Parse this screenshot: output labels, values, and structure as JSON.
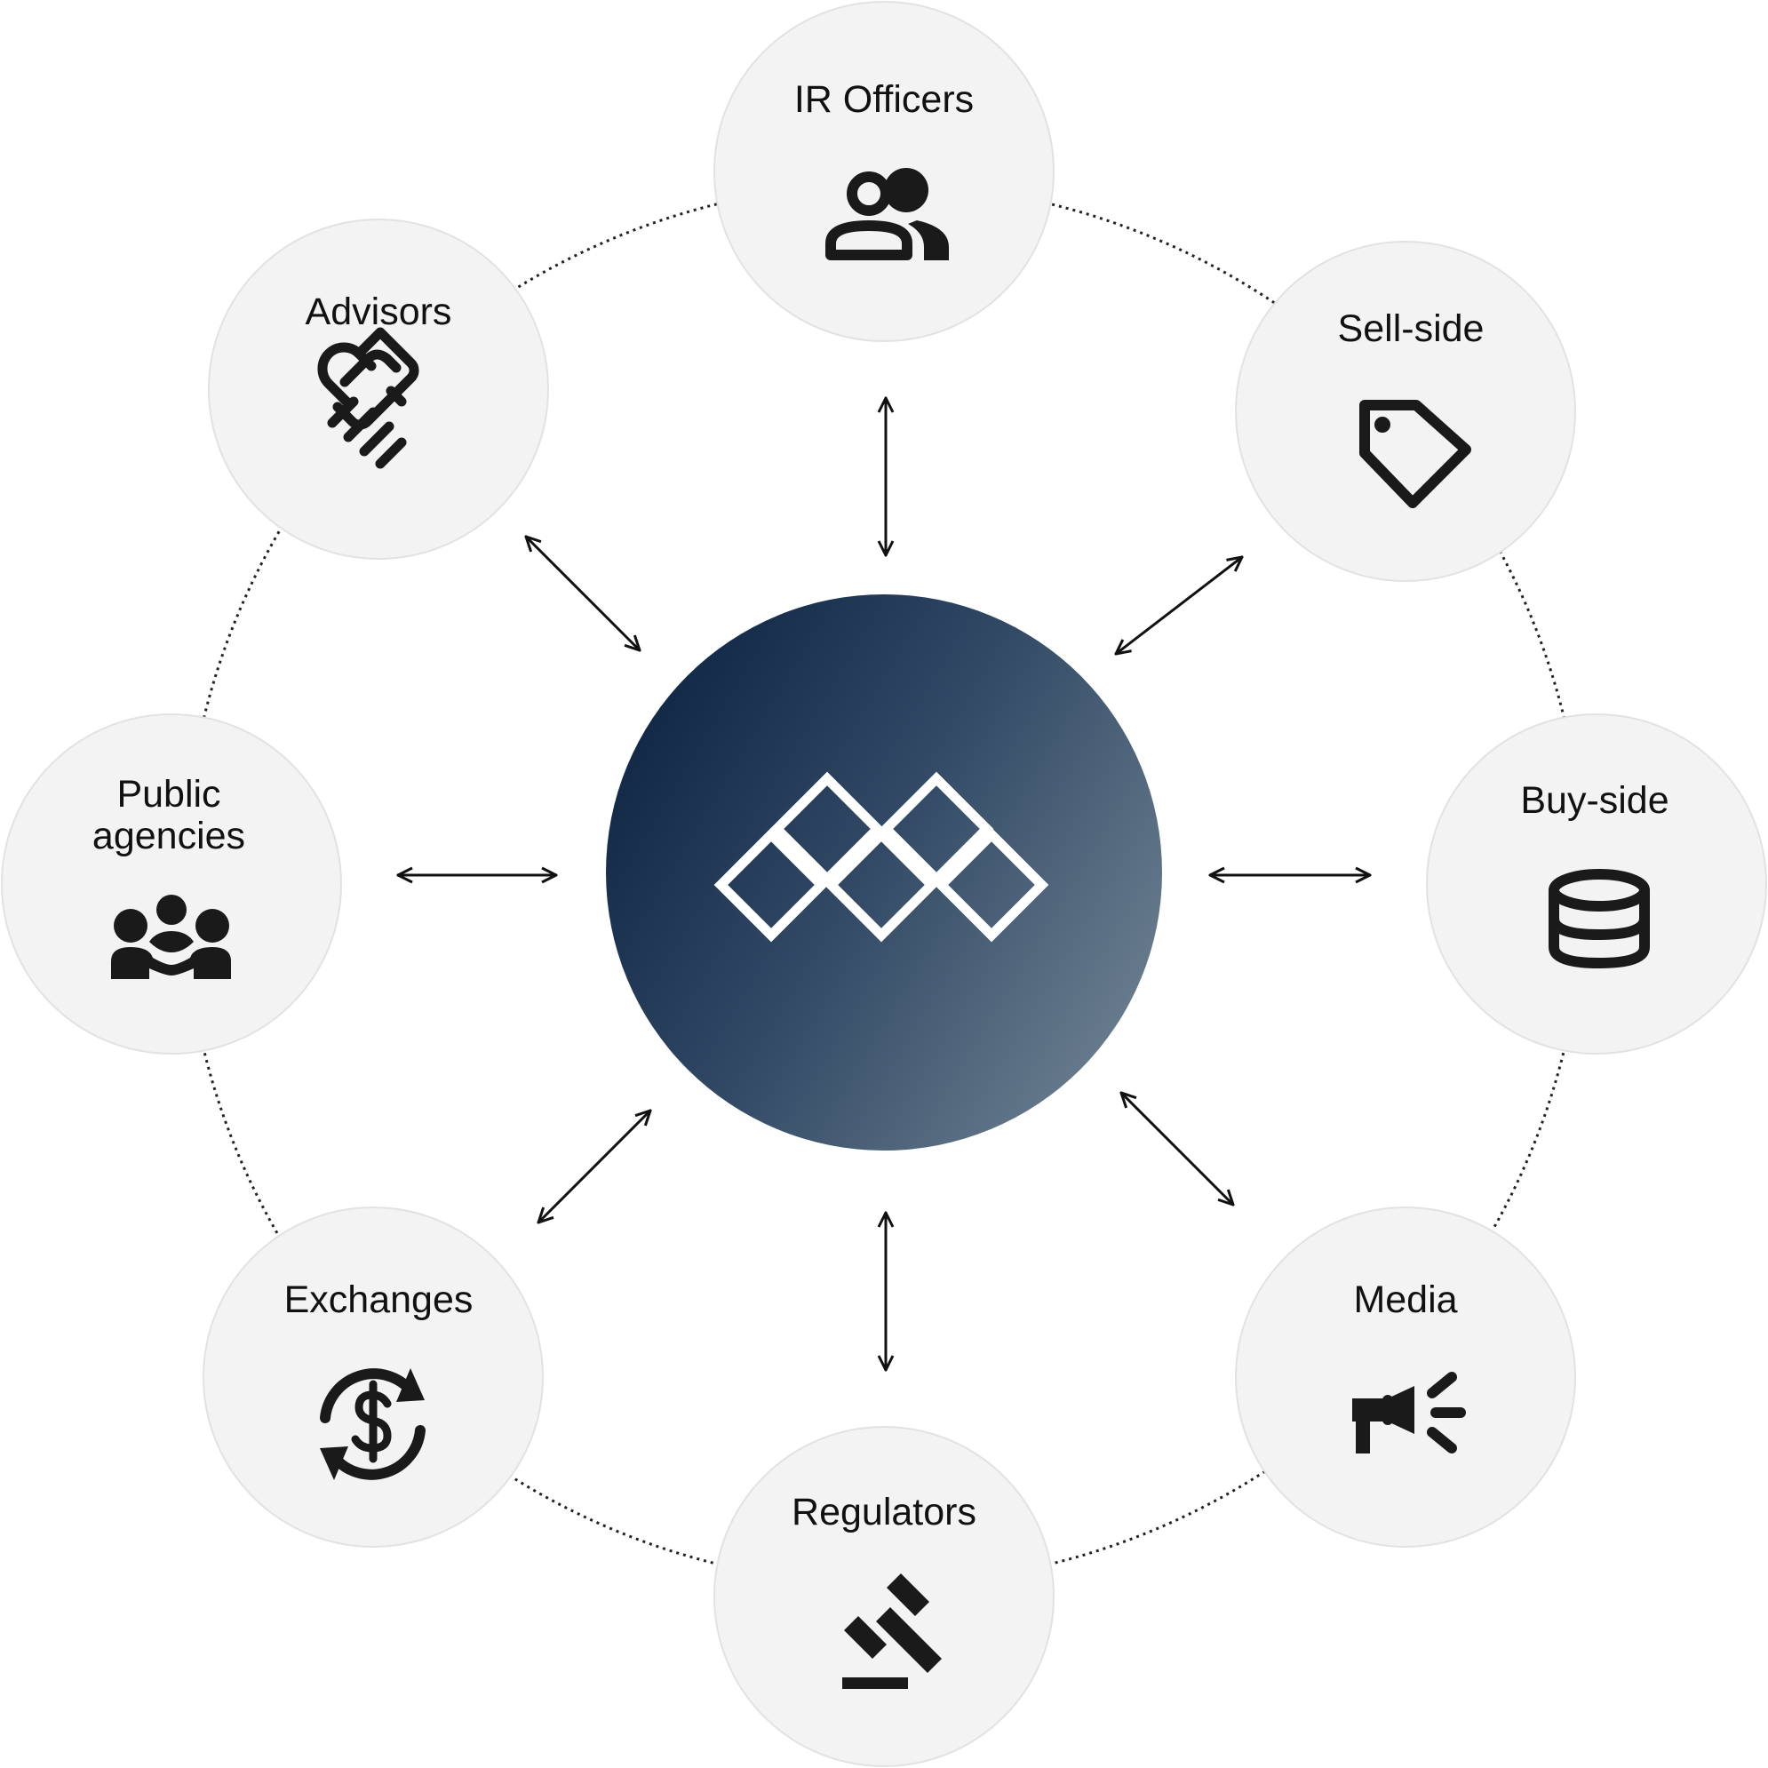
{
  "nodes": [
    {
      "id": "ir-officers",
      "label": "IR Officers",
      "icon": "people-icon"
    },
    {
      "id": "sell-side",
      "label": "Sell-side",
      "icon": "tag-icon"
    },
    {
      "id": "buy-side",
      "label": "Buy-side",
      "icon": "database-icon"
    },
    {
      "id": "media",
      "label": "Media",
      "icon": "megaphone-icon"
    },
    {
      "id": "regulators",
      "label": "Regulators",
      "icon": "gavel-icon"
    },
    {
      "id": "exchanges",
      "label": "Exchanges",
      "icon": "currency-exchange-icon"
    },
    {
      "id": "public-agencies",
      "label_line1": "Public",
      "label_line2": "agencies",
      "icon": "group-icon"
    },
    {
      "id": "advisors",
      "label": "Advisors",
      "icon": "handshake-icon"
    }
  ],
  "center": {
    "icon": "logo-icon",
    "gradient_start": "#0b2340",
    "gradient_end": "#6b7f8f"
  },
  "colors": {
    "node_fill": "#f3f3f3",
    "ink": "#111111"
  }
}
